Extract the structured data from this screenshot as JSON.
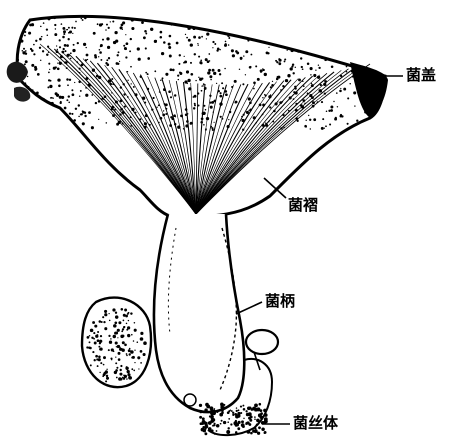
{
  "diagram": {
    "labels": {
      "cap": "菌盖",
      "gills": "菌褶",
      "stipe": "菌柄",
      "mycelium": "菌丝体"
    }
  },
  "colors": {
    "ink": "#000000",
    "paper": "#ffffff"
  }
}
